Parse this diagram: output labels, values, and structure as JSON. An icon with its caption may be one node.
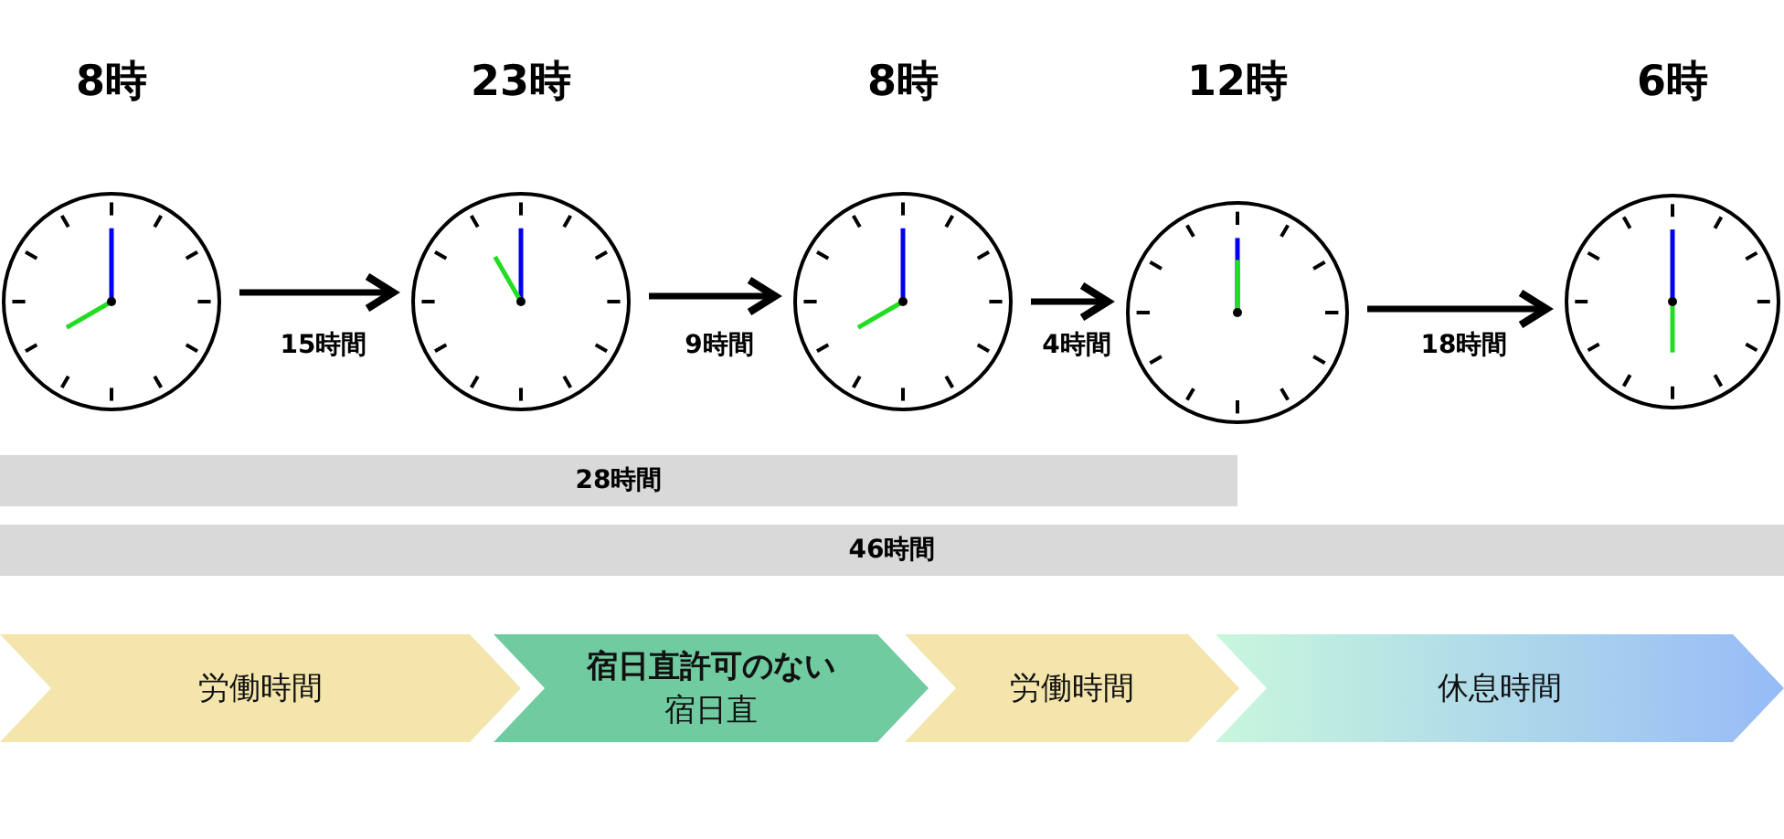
{
  "diagram": {
    "nodes": [
      {
        "text": [
          "8時"
        ]
      },
      {
        "text": [
          "23時"
        ]
      },
      {
        "text": [
          "8時"
        ]
      },
      {
        "text": [
          "12時"
        ]
      },
      {
        "text": [
          "6時"
        ]
      },
      {
        "text": [
          "28時間"
        ]
      },
      {
        "text": [
          "46時間"
        ]
      },
      {
        "text": [
          "労働時間"
        ]
      },
      {
        "text": [
          "宿日直許可のない",
          "宿日直"
        ]
      },
      {
        "text": [
          "労働時間"
        ]
      },
      {
        "text": [
          "休息時間"
        ]
      }
    ],
    "edges": [
      {
        "from": 0,
        "to": 1,
        "arrow": "to",
        "label": "15時間"
      },
      {
        "from": 1,
        "to": 2,
        "arrow": "to",
        "label": "9時間"
      },
      {
        "from": 2,
        "to": 3,
        "arrow": "to",
        "label": "4時間"
      },
      {
        "from": 3,
        "to": 4,
        "arrow": "to",
        "label": "18時間"
      }
    ]
  }
}
